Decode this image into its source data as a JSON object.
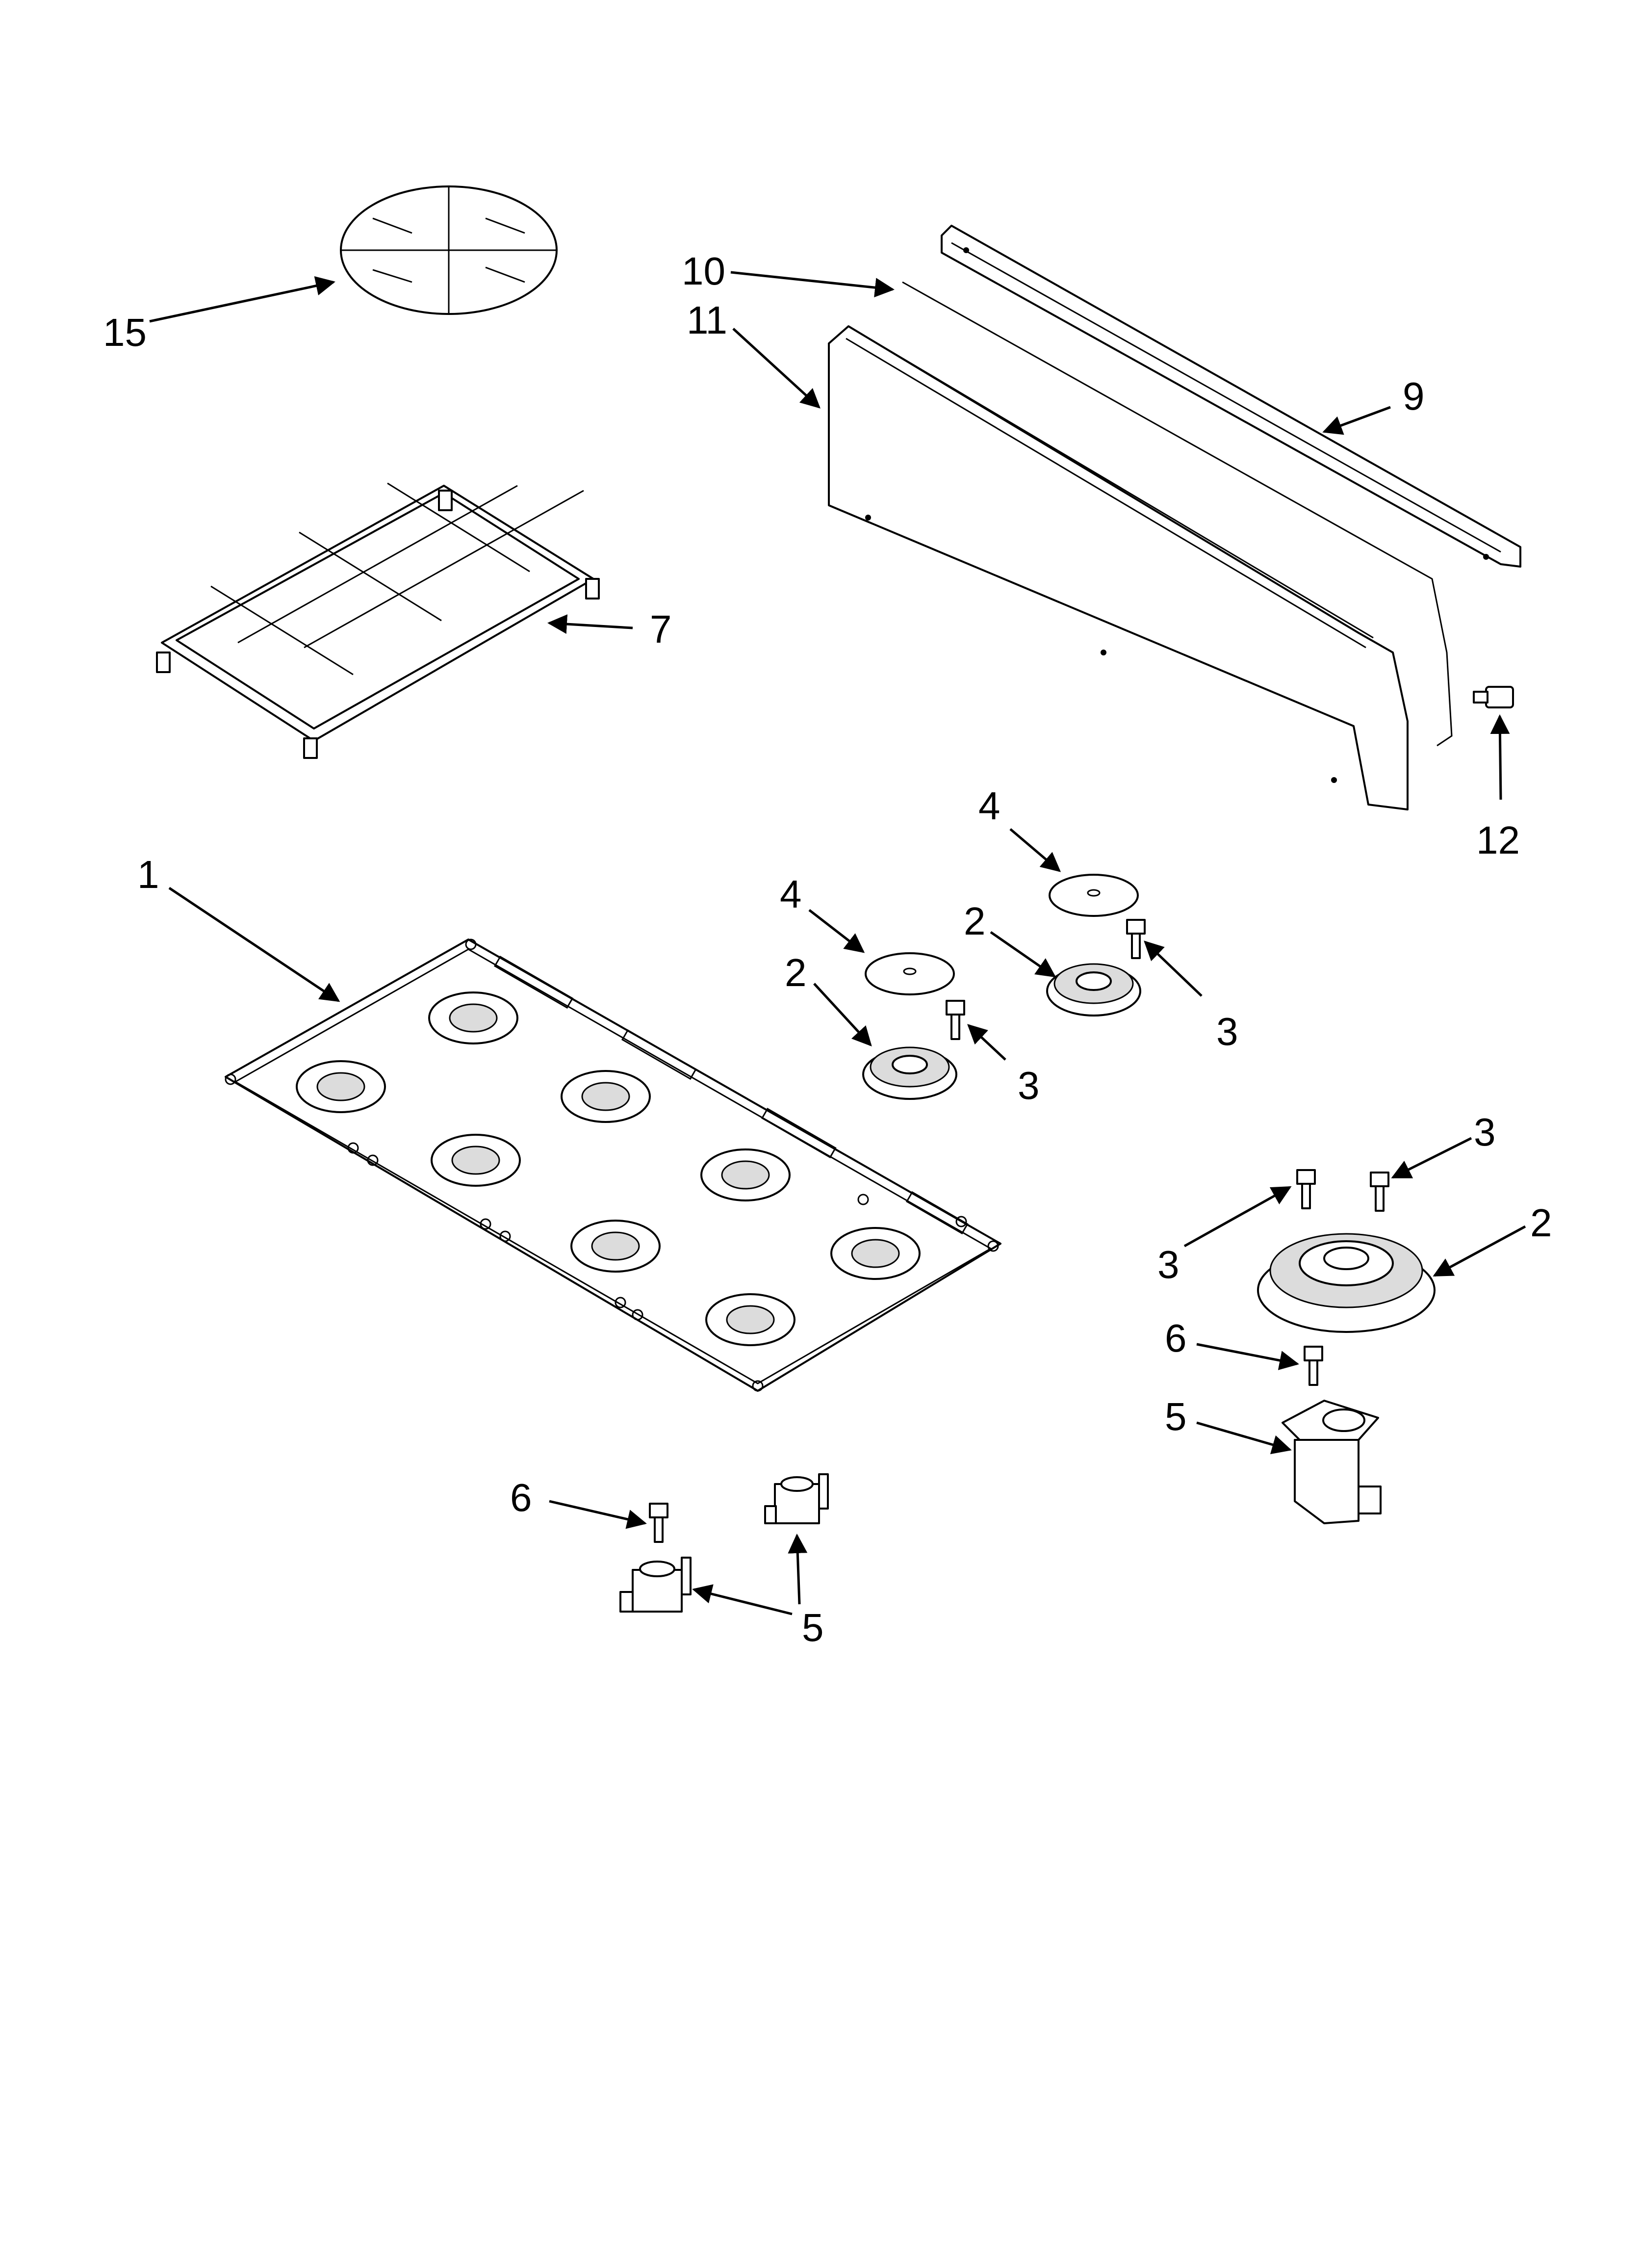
{
  "callouts": {
    "c1": "1",
    "c2a": "2",
    "c2b": "2",
    "c2c": "2",
    "c3a": "3",
    "c3b": "3",
    "c3c": "3",
    "c3d": "3",
    "c4a": "4",
    "c4b": "4",
    "c5a": "5",
    "c5b": "5",
    "c6a": "6",
    "c6b": "6",
    "c7": "7",
    "c9": "9",
    "c10": "10",
    "c11": "11",
    "c12": "12",
    "c15": "15"
  },
  "colors": {
    "line": "#000000",
    "background": "#ffffff"
  }
}
